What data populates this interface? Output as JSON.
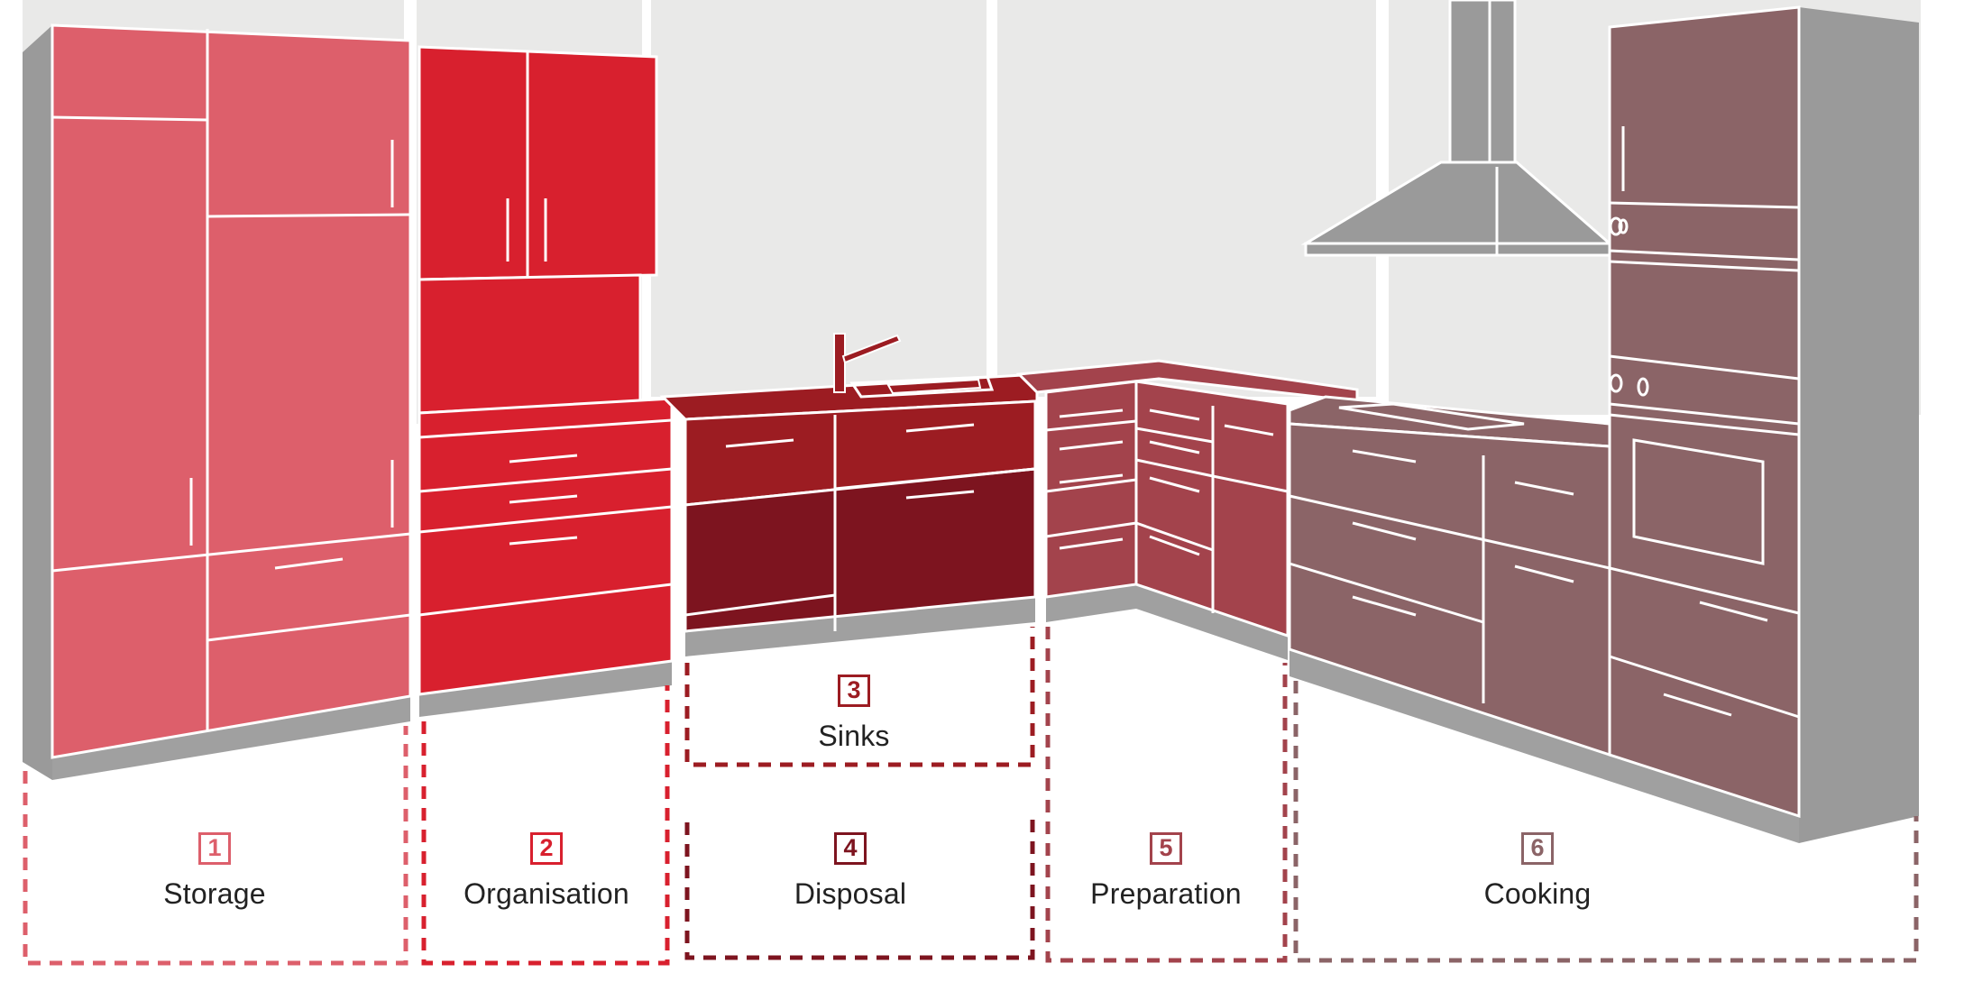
{
  "zones": [
    {
      "number": "1",
      "label": "Storage",
      "color": "#dd5f6b"
    },
    {
      "number": "2",
      "label": "Organisation",
      "color": "#d8202e"
    },
    {
      "number": "3",
      "label": "Sinks",
      "color": "#9c1c22"
    },
    {
      "number": "4",
      "label": "Disposal",
      "color": "#7d141f"
    },
    {
      "number": "5",
      "label": "Preparation",
      "color": "#a3434c"
    },
    {
      "number": "6",
      "label": "Cooking",
      "color": "#8b6467"
    }
  ],
  "colors": {
    "wall": "#e9e9e8",
    "appliance_gray": "#9a9a9a",
    "plinth_gray": "#a0a0a0",
    "line": "#ffffff"
  }
}
